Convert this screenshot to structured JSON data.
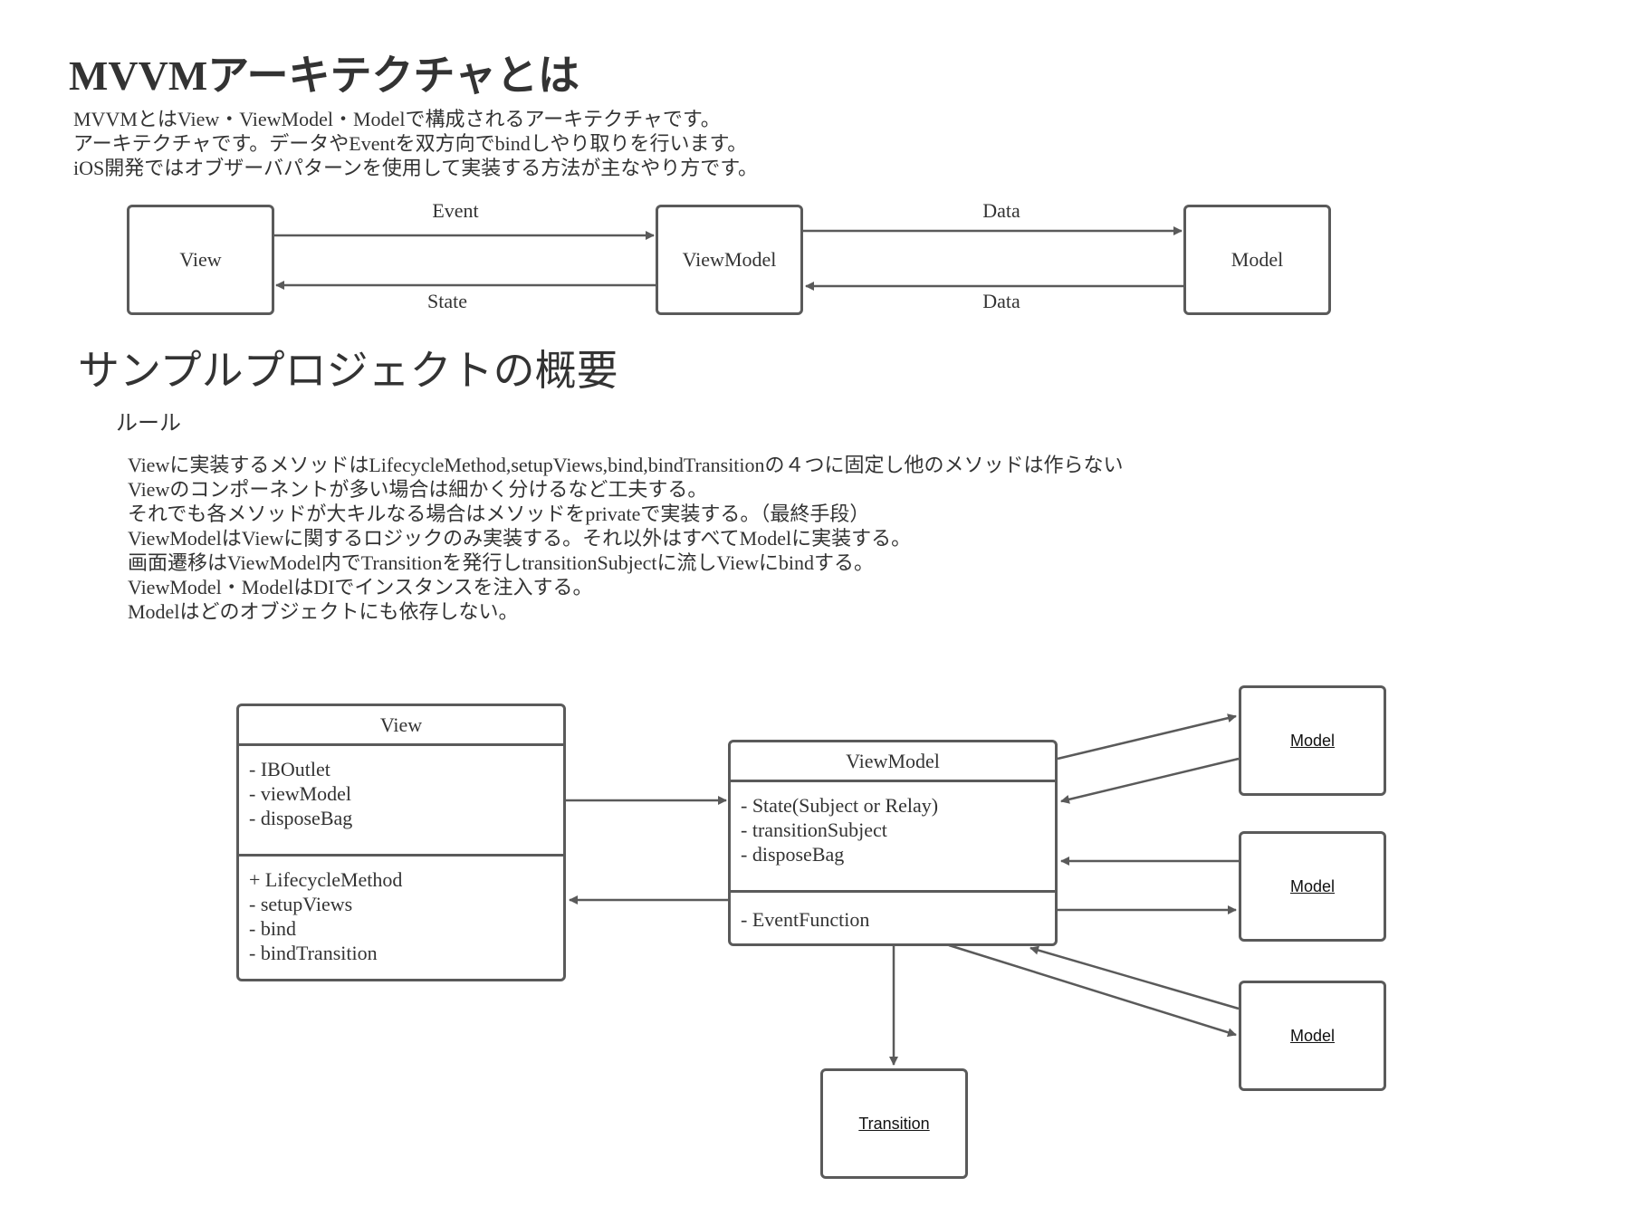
{
  "title1": "MVVMアーキテクチャとは",
  "intro": [
    "MVVMとはView・ViewModel・Modelで構成されるアーキテクチャです。",
    "アーキテクチャです。データやEventを双方向でbindしやり取りを行います。",
    "iOS開発ではオブザーバパターンを使用して実装する方法が主なやり方です。"
  ],
  "diagram1": {
    "boxes": {
      "view": "View",
      "viewmodel": "ViewModel",
      "model": "Model"
    },
    "labels": {
      "event": "Event",
      "state": "State",
      "data_top": "Data",
      "data_bottom": "Data"
    }
  },
  "title2": "サンプルプロジェクトの概要",
  "rules_heading": "ルール",
  "rules": [
    "Viewに実装するメソッドはLifecycleMethod,setupViews,bind,bindTransitionの４つに固定し他のメソッドは作らない",
    "Viewのコンポーネントが多い場合は細かく分けるなど工夫する。",
    "それでも各メソッドが大キルなる場合はメソッドをprivateで実装する。（最終手段）",
    "ViewModelはViewに関するロジックのみ実装する。それ以外はすべてModelに実装する。",
    "画面遷移はViewModel内でTransitionを発行しtransitionSubjectに流しViewにbindする。",
    "ViewModel・ModelはDIでインスタンスを注入する。",
    "Modelはどのオブジェクトにも依存しない。"
  ],
  "diagram2": {
    "view_class": {
      "name": "View",
      "attributes": [
        "- IBOutlet",
        "- viewModel",
        "- disposeBag"
      ],
      "methods": [
        "+ LifecycleMethod",
        "- setupViews",
        "- bind",
        "- bindTransition"
      ]
    },
    "viewmodel_class": {
      "name": "ViewModel",
      "attributes": [
        "- State(Subject or Relay)",
        "- transitionSubject",
        "- disposeBag"
      ],
      "methods": [
        "- EventFunction"
      ]
    },
    "models": [
      "Model",
      "Model",
      "Model"
    ],
    "transition": "Transition"
  },
  "colors": {
    "stroke": "#5a5a5a",
    "text": "#333333"
  }
}
